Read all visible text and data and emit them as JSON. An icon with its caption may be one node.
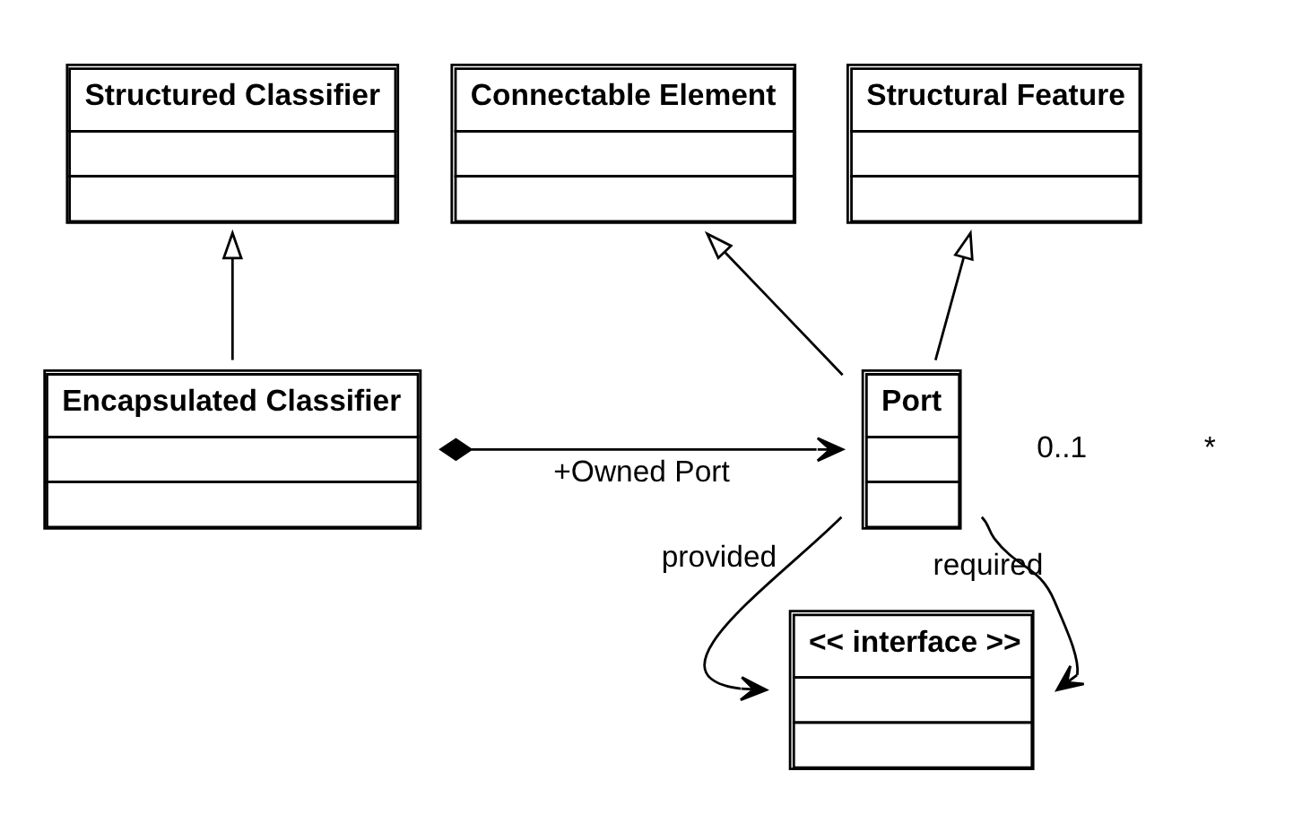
{
  "diagram": {
    "nodes": [
      {
        "text": [
          "Structured Classifier"
        ]
      },
      {
        "text": [
          "Connectable Element"
        ]
      },
      {
        "text": [
          "Structural Feature"
        ]
      },
      {
        "text": [
          "Encapsulated Classifier"
        ]
      },
      {
        "text": [
          "Port"
        ]
      },
      {
        "text": [
          "<< interface >>"
        ]
      }
    ],
    "edges": [
      {
        "from": 3,
        "to": 0,
        "arrow": "to"
      },
      {
        "from": 4,
        "to": 1,
        "arrow": "to"
      },
      {
        "from": 4,
        "to": 2,
        "arrow": "to"
      },
      {
        "from": 3,
        "to": 4,
        "arrow": "to",
        "label": "+Owned Port"
      },
      {
        "from": 4,
        "to": 5,
        "arrow": "to",
        "label": "provided"
      },
      {
        "from": 4,
        "to": 5,
        "arrow": "to",
        "label": "required"
      }
    ],
    "labels": [
      "0..1",
      "*"
    ]
  }
}
